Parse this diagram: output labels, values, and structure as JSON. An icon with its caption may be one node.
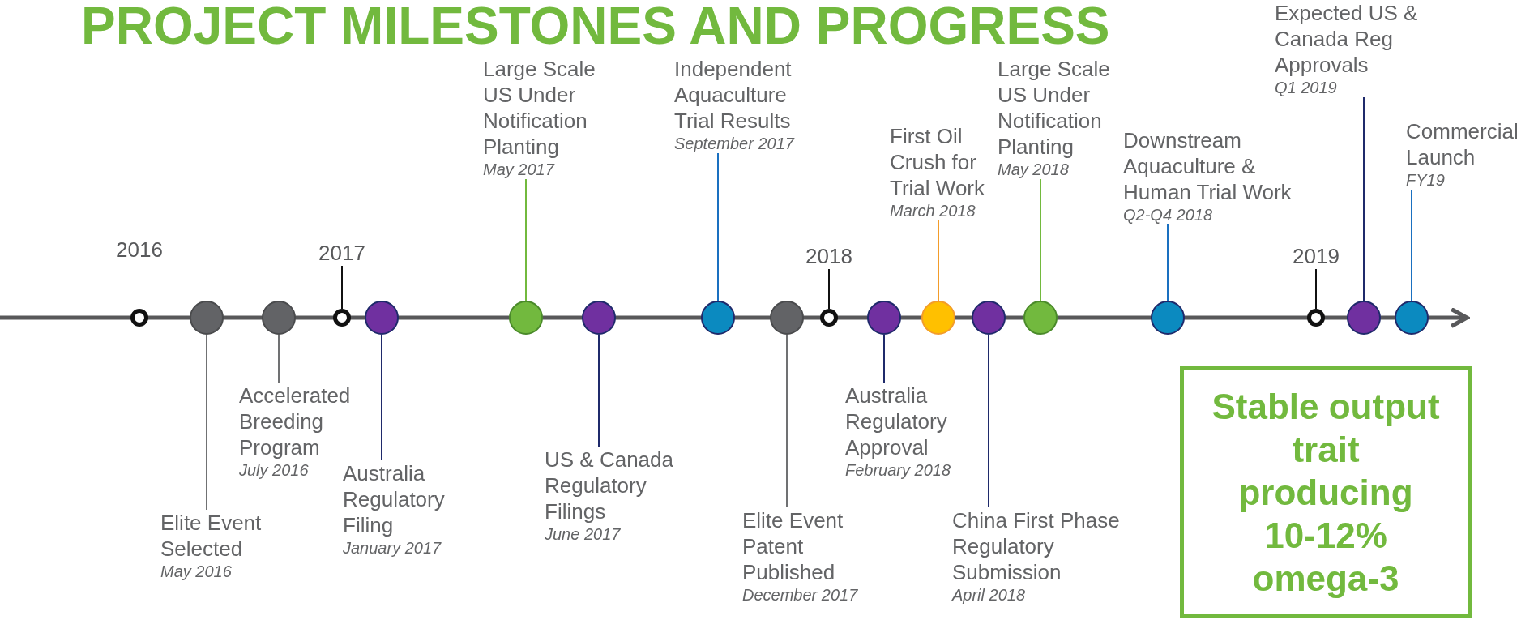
{
  "diagram": {
    "title": "PROJECT MILESTONES AND PROGRESS",
    "nodes": [
      {
        "text": [
          "2016"
        ]
      },
      {
        "text": [],
        "shape": "circle"
      },
      {
        "text": [
          "Elite Event Selected",
          "May 2016"
        ]
      },
      {
        "text": [],
        "shape": "circle"
      },
      {
        "text": [
          "Accelerated Breeding Program",
          "July 2016"
        ]
      },
      {
        "text": [],
        "shape": "circle"
      },
      {
        "text": [
          "2017"
        ]
      },
      {
        "text": [],
        "shape": "circle"
      },
      {
        "text": [
          "Australia Regulatory Filing",
          "January 2017"
        ]
      },
      {
        "text": [],
        "shape": "circle"
      },
      {
        "text": [
          "Large Scale US Under Notification Planting",
          "May 2017"
        ]
      },
      {
        "text": [],
        "shape": "circle"
      },
      {
        "text": [
          "US & Canada Regulatory Filings",
          "June 2017"
        ]
      },
      {
        "text": [],
        "shape": "circle"
      },
      {
        "text": [
          "Independent Aquaculture Trial Results",
          "September 2017"
        ]
      },
      {
        "text": [],
        "shape": "circle"
      },
      {
        "text": [
          "Elite Event Patent Published",
          "December 2017"
        ]
      },
      {
        "text": [],
        "shape": "circle"
      },
      {
        "text": [
          "2018"
        ]
      },
      {
        "text": [],
        "shape": "circle"
      },
      {
        "text": [
          "Australia Regulatory Approval",
          "February 2018"
        ]
      },
      {
        "text": [],
        "shape": "circle"
      },
      {
        "text": [
          "First Oil Crush for Trial Work",
          "March 2018"
        ]
      },
      {
        "text": [],
        "shape": "circle"
      },
      {
        "text": [
          "China First Phase Regulatory Submission",
          "April 2018"
        ]
      },
      {
        "text": [],
        "shape": "circle"
      },
      {
        "text": [
          "Large Scale US Under Notification Planting",
          "May 2018"
        ]
      },
      {
        "text": [],
        "shape": "circle"
      },
      {
        "text": [
          "Downstream Aquaculture & Human Trial Work",
          "Q2-Q4 2018"
        ]
      },
      {
        "text": [],
        "shape": "circle"
      },
      {
        "text": [
          "2019"
        ]
      },
      {
        "text": [],
        "shape": "circle"
      },
      {
        "text": [
          "Expected US & Canada Reg Approvals",
          "Q1 2019"
        ]
      },
      {
        "text": [],
        "shape": "circle"
      },
      {
        "text": [
          "Commercial Launch",
          "FY19"
        ]
      },
      {
        "text": [],
        "shape": "circle"
      },
      {
        "text": [
          "Stable output trait producing 10-12% omega-3"
        ]
      }
    ],
    "edges": [
      {
        "from": 2,
        "to": 3,
        "arrow": "none",
        "color": "#707173"
      },
      {
        "from": 4,
        "to": 5,
        "arrow": "none",
        "color": "#707173"
      },
      {
        "from": 6,
        "to": 7,
        "arrow": "none",
        "color": "#111111"
      },
      {
        "from": 8,
        "to": 9,
        "arrow": "none"
      },
      {
        "from": 10,
        "to": 11,
        "arrow": "none",
        "color": "#72b93e"
      },
      {
        "from": 12,
        "to": 13,
        "arrow": "none"
      },
      {
        "from": 14,
        "to": 15,
        "arrow": "none",
        "color": "#1a70c0"
      },
      {
        "from": 16,
        "to": 17,
        "arrow": "none",
        "color": "#707173"
      },
      {
        "from": 18,
        "to": 19,
        "arrow": "none",
        "color": "#111111"
      },
      {
        "from": 20,
        "to": 21,
        "arrow": "none"
      },
      {
        "from": 22,
        "to": 23,
        "arrow": "none",
        "color": "#f39c2a"
      },
      {
        "from": 24,
        "to": 25,
        "arrow": "none"
      },
      {
        "from": 26,
        "to": 27,
        "arrow": "none",
        "color": "#72b93e"
      },
      {
        "from": 28,
        "to": 29,
        "arrow": "none",
        "color": "#1a70c0"
      },
      {
        "from": 30,
        "to": 31,
        "arrow": "none",
        "color": "#111111"
      },
      {
        "from": 32,
        "to": 33,
        "arrow": "none"
      },
      {
        "from": 34,
        "to": 35,
        "arrow": "none",
        "color": "#1a70c0"
      }
    ]
  }
}
